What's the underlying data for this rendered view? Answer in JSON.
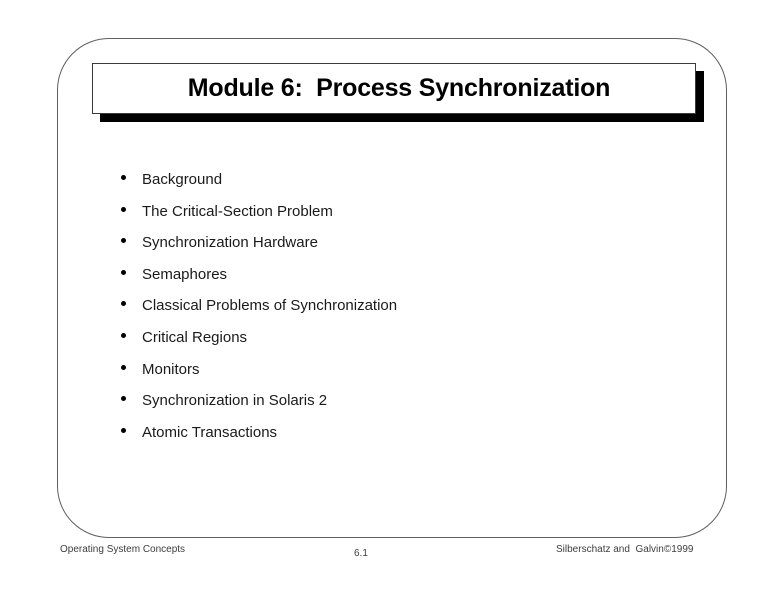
{
  "slide": {
    "title": "Module 6:  Process Synchronization",
    "bullets": [
      {
        "label": "Background"
      },
      {
        "label": "The Critical-Section Problem"
      },
      {
        "label": "Synchronization Hardware"
      },
      {
        "label": "Semaphores"
      },
      {
        "label": "Classical Problems of Synchronization"
      },
      {
        "label": "Critical Regions"
      },
      {
        "label": "Monitors"
      },
      {
        "label": "Synchronization in Solaris 2"
      },
      {
        "label": "Atomic Transactions"
      }
    ],
    "footer": {
      "left": "Operating System Concepts",
      "page": "6.1",
      "right": "Silberschatz and  Galvin©1999"
    },
    "colors": {
      "background": "#ffffff",
      "text": "#000000",
      "frame_border": "#5f5f5f",
      "title_shadow": "#000000",
      "footer_text": "#3d3d3d"
    }
  }
}
